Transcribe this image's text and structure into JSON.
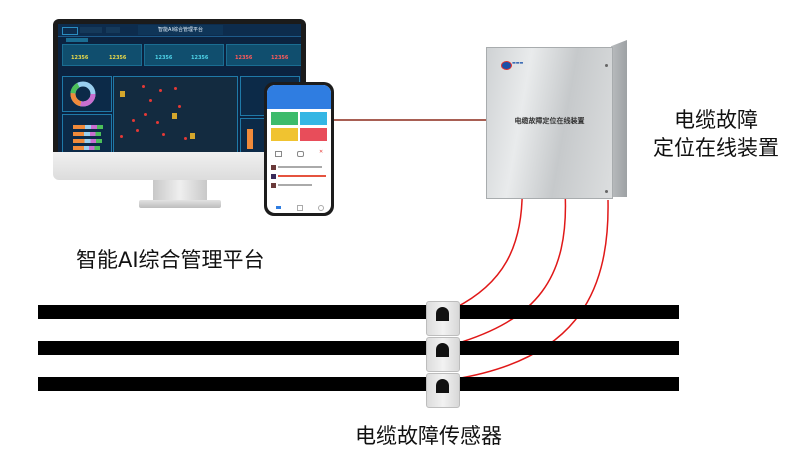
{
  "platform": {
    "caption": "智能AI综合管理平台",
    "dashboard": {
      "title": "智能AI综合管理平台",
      "kpi_values": [
        "12356",
        "12356",
        "12356",
        "12356",
        "12356",
        "12356"
      ],
      "colors": {
        "bg": "#0b2340",
        "accent": "#1f79a8",
        "kpi_yellow": "#e8d94a",
        "kpi_cyan": "#4fd3e8",
        "kpi_red": "#ff5a5a",
        "marker": "#e53935"
      }
    },
    "mobile": {
      "header_color": "#2f7de1",
      "tile_colors": [
        "#3dbb6b",
        "#34b6e4",
        "#f0c330",
        "#e84d5a"
      ]
    }
  },
  "device": {
    "caption_line1": "电缆故障",
    "caption_line2": "定位在线装置",
    "panel_label": "电缆故障定位在线装置",
    "wire_color": "#e01818",
    "link_color": "#8b2a1a"
  },
  "sensor": {
    "caption": "电缆故障传感器",
    "count": 3
  },
  "cables": {
    "count": 3,
    "color": "#000000"
  }
}
